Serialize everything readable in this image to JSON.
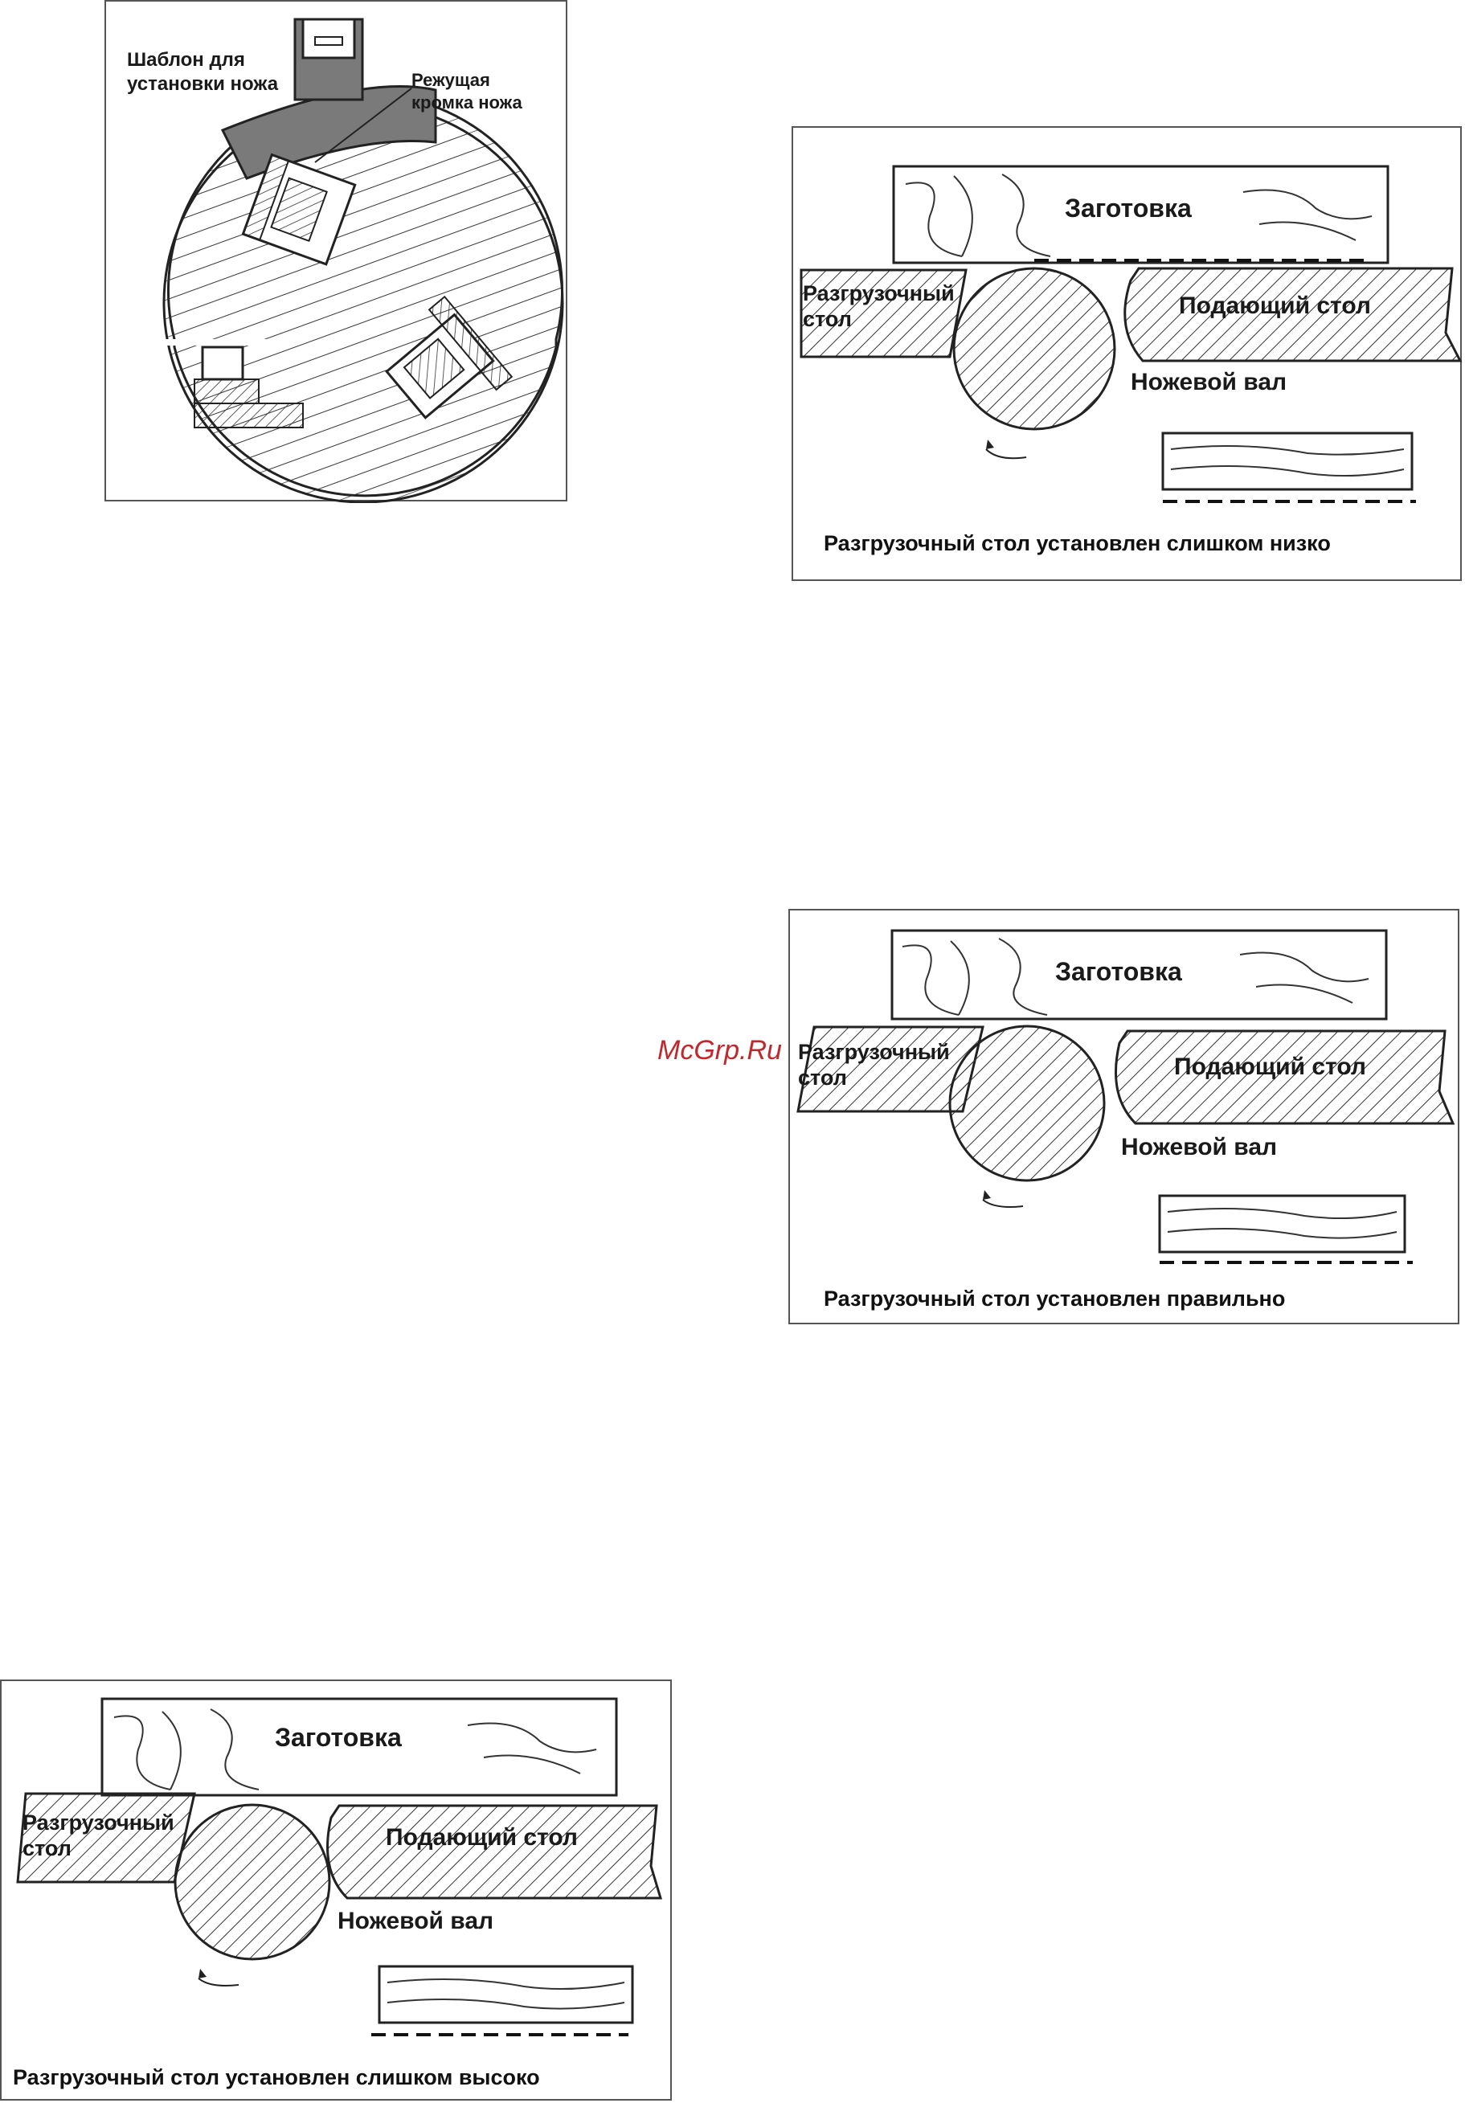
{
  "figure1": {
    "template_label": "Шаблон для\nустановки ножа",
    "edge_label": "Режущая\nкромка ножа"
  },
  "figure2": {
    "workpiece": "Заготовка",
    "outfeed": "Разгрузочный\nстол",
    "infeed": "Подающий стол",
    "cutterhead": "Ножевой вал",
    "caption": "Разгрузочный стол установлен слишком низко"
  },
  "figure3": {
    "workpiece": "Заготовка",
    "outfeed": "Разгрузочный\nстол",
    "infeed": "Подающий стол",
    "cutterhead": "Ножевой вал",
    "caption": "Разгрузочный  стол установлен правильно"
  },
  "figure4": {
    "workpiece": "Заготовка",
    "outfeed": "Разгрузочный\nстол",
    "infeed": "Подающий стол",
    "cutterhead": "Ножевой вал",
    "caption": "Разгрузочный стол установлен слишком высоко"
  },
  "watermark": "McGrp.Ru"
}
